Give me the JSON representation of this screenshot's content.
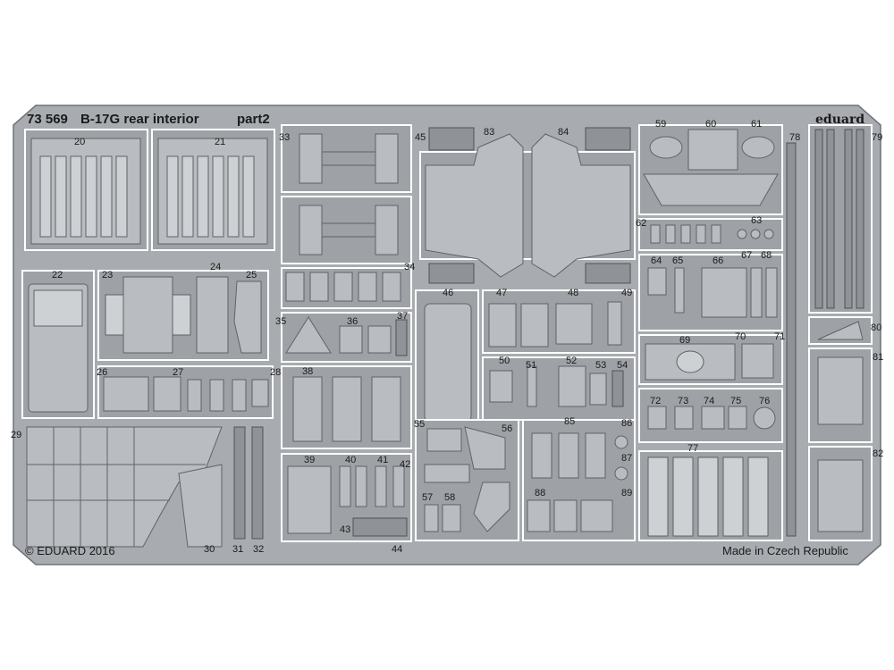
{
  "header": {
    "catalog_number": "73 569",
    "title": "B-17G rear interior",
    "part": "part2",
    "brand": "eduard"
  },
  "footer": {
    "copyright": "© EDUARD 2016",
    "origin": "Made in Czech Republic"
  },
  "part_numbers": [
    "20",
    "21",
    "22",
    "23",
    "24",
    "25",
    "26",
    "27",
    "28",
    "29",
    "30",
    "31",
    "32",
    "33",
    "34",
    "35",
    "36",
    "37",
    "38",
    "39",
    "40",
    "41",
    "42",
    "43",
    "44",
    "45",
    "46",
    "47",
    "48",
    "49",
    "50",
    "51",
    "52",
    "53",
    "54",
    "55",
    "56",
    "57",
    "58",
    "59",
    "60",
    "61",
    "62",
    "63",
    "64",
    "65",
    "66",
    "67",
    "68",
    "69",
    "70",
    "71",
    "72",
    "73",
    "74",
    "75",
    "76",
    "77",
    "78",
    "79",
    "80",
    "81",
    "82",
    "83",
    "84",
    "85",
    "86",
    "87",
    "88",
    "89"
  ],
  "colors": {
    "metal": "#a8acb0",
    "background": "#ffffff"
  }
}
